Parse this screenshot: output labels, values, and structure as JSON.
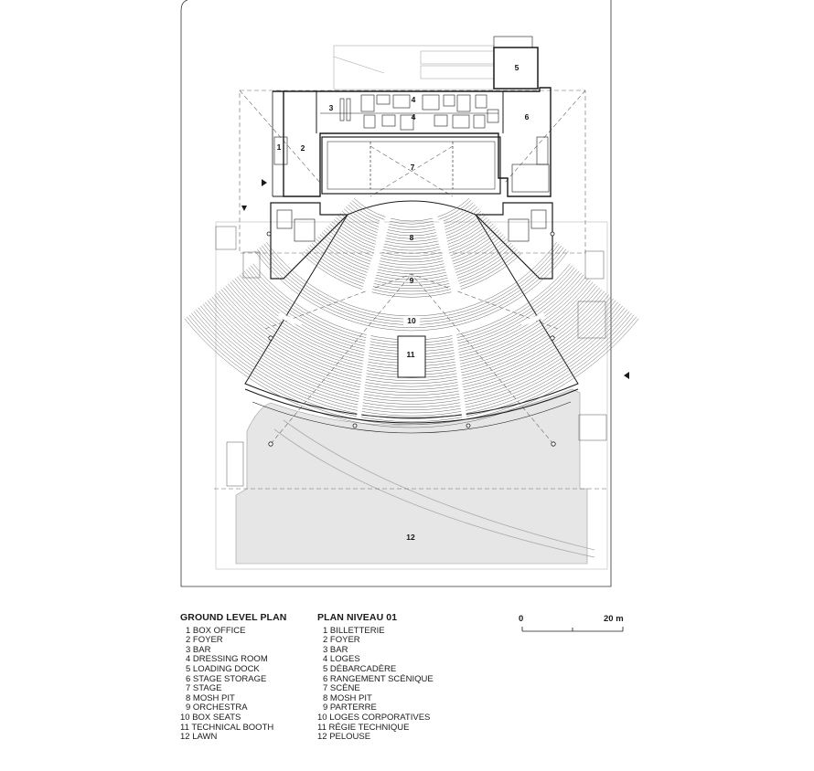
{
  "plan_labels": [
    {
      "id": "1",
      "text": "1"
    },
    {
      "id": "2",
      "text": "2"
    },
    {
      "id": "3",
      "text": "3"
    },
    {
      "id": "4a",
      "text": "4"
    },
    {
      "id": "4b",
      "text": "4"
    },
    {
      "id": "5",
      "text": "5"
    },
    {
      "id": "6",
      "text": "6"
    },
    {
      "id": "7",
      "text": "7"
    },
    {
      "id": "8",
      "text": "8"
    },
    {
      "id": "9",
      "text": "9"
    },
    {
      "id": "10",
      "text": "10"
    },
    {
      "id": "11",
      "text": "11"
    },
    {
      "id": "12",
      "text": "12"
    }
  ],
  "legend_en": {
    "title": "GROUND LEVEL PLAN",
    "items": [
      "1 BOX OFFICE",
      "2 FOYER",
      "3 BAR",
      "4 DRESSING ROOM",
      "5 LOADING DOCK",
      "6 STAGE STORAGE",
      "7 STAGE",
      "8 MOSH PIT",
      "9 ORCHESTRA",
      "10 BOX SEATS",
      "11 TECHNICAL BOOTH",
      "12 LAWN"
    ]
  },
  "legend_fr": {
    "title": "PLAN NIVEAU 01",
    "items": [
      "1 BILLETTERIE",
      "2 FOYER",
      "3 BAR",
      "4 LOGES",
      "5 DÉBARCADÈRE",
      "6 RANGEMENT SCÉNIQUE",
      "7 SCÈNE",
      "8 MOSH PIT",
      "9 PARTERRE",
      "10 LOGES CORPORATIVES",
      "11 RÉGIE TECHNIQUE",
      "12 PELOUSE"
    ]
  },
  "scale_bar": {
    "start": "0",
    "end": "20 m"
  },
  "colors": {
    "lines": "#1a1a1a",
    "lawn": "#e6e6e6",
    "dashed": "#555555",
    "faint": "#9a9a9a"
  }
}
